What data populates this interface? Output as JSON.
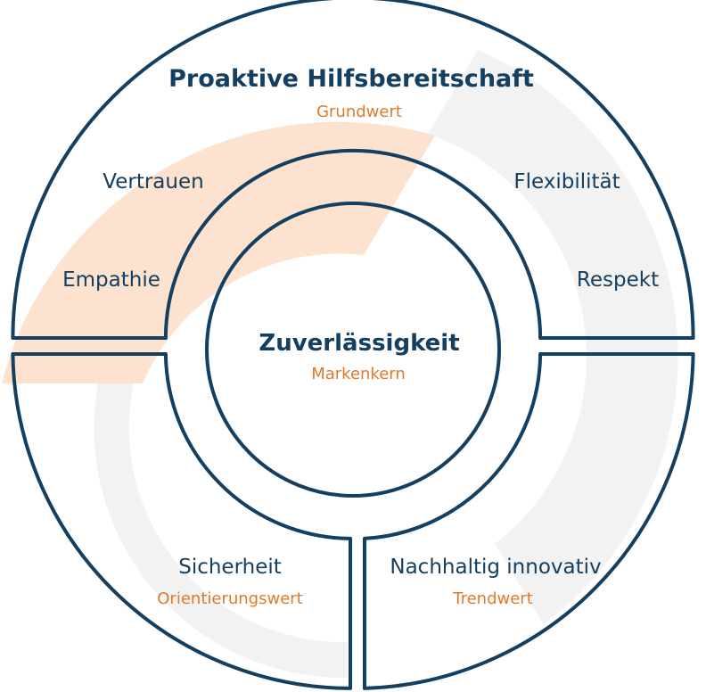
{
  "colors": {
    "outline": "#143f60",
    "accent": "#e07a2b",
    "accent_band": "#fde3cf",
    "background_band": "#f2f2f2"
  },
  "outer": {
    "title": "Proaktive Hilfsbereitschaft",
    "subtitle": "Grundwert",
    "values_left": [
      "Vertrauen",
      "Empathie"
    ],
    "values_right": [
      "Flexibilität",
      "Respekt"
    ]
  },
  "core": {
    "title": "Zuverlässigkeit",
    "subtitle": "Markenkern"
  },
  "bottom_left": {
    "title": "Sicherheit",
    "subtitle": "Orientierungswert"
  },
  "bottom_right": {
    "title": "Nachhaltig innovativ",
    "subtitle": "Trendwert"
  }
}
